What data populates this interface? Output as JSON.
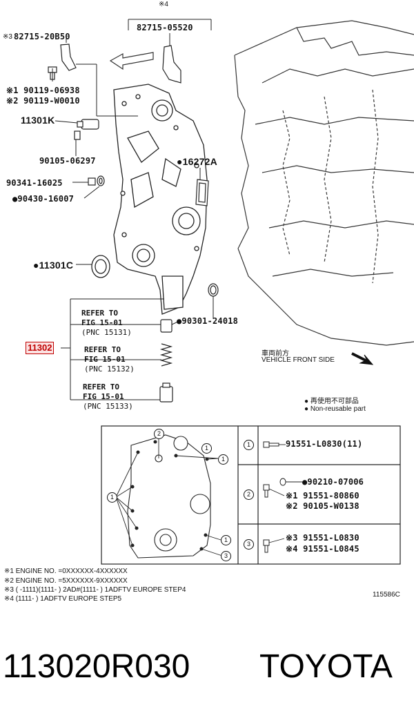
{
  "parts": {
    "p_82715_20b50_mark": "※3",
    "p_82715_20b50": "82715-20B50",
    "p_82715_05520_mark": "※4",
    "p_82715_05520": "82715-05520",
    "p_90119_06938": "※1 90119-06938",
    "p_90119_w0010": "※2 90119-W0010",
    "p_11301k": "11301K",
    "p_90105_06297": "90105-06297",
    "p_16272a": "●16272A",
    "p_90341_16025": "90341-16025",
    "p_90430_16007": "●90430-16007",
    "p_11301c": "●11301C",
    "p_90301_24018": "●90301-24018",
    "p_11302": "11302"
  },
  "refs": [
    {
      "line1": "REFER TO",
      "line2": "FIG 15-01",
      "line3": "(PNC 15131)"
    },
    {
      "line1": "REFER TO",
      "line2": "FIG 15-01",
      "line3": "(PNC 15132)"
    },
    {
      "line1": "REFER TO",
      "line2": "FIG 15-01",
      "line3": "(PNC 15133)"
    }
  ],
  "vehicle_front": {
    "jp": "車両前方",
    "en": "VEHICLE FRONT SIDE"
  },
  "legend": [
    {
      "jp": "再使用不可部品"
    },
    {
      "en": "Non-reusable part"
    }
  ],
  "bolt_table": [
    {
      "num": "1",
      "lines": [
        "91551-L0830(11)"
      ]
    },
    {
      "num": "2",
      "lines": [
        "●90210-07006",
        "※1 91551-80860",
        "※2 90105-W0138"
      ]
    },
    {
      "num": "3",
      "lines": [
        "※3 91551-L0830",
        "※4 91551-L0845"
      ]
    }
  ],
  "inset_callouts": [
    "1",
    "2",
    "1",
    "1",
    "1",
    "3"
  ],
  "notes": [
    "※1 ENGINE NO. =0XXXXXX-4XXXXXX",
    "※2 ENGINE NO. =5XXXXXX-9XXXXXX",
    "※3 (        -1111)(1111-        ) 2AD#(1111-        ) 1ADFTV EUROPE STEP4",
    "※4 (1111-        ) 1ADFTV EUROPE STEP5"
  ],
  "figure_code": "115586C",
  "footer": {
    "part_number": "113020R030",
    "brand": "TOYOTA"
  }
}
